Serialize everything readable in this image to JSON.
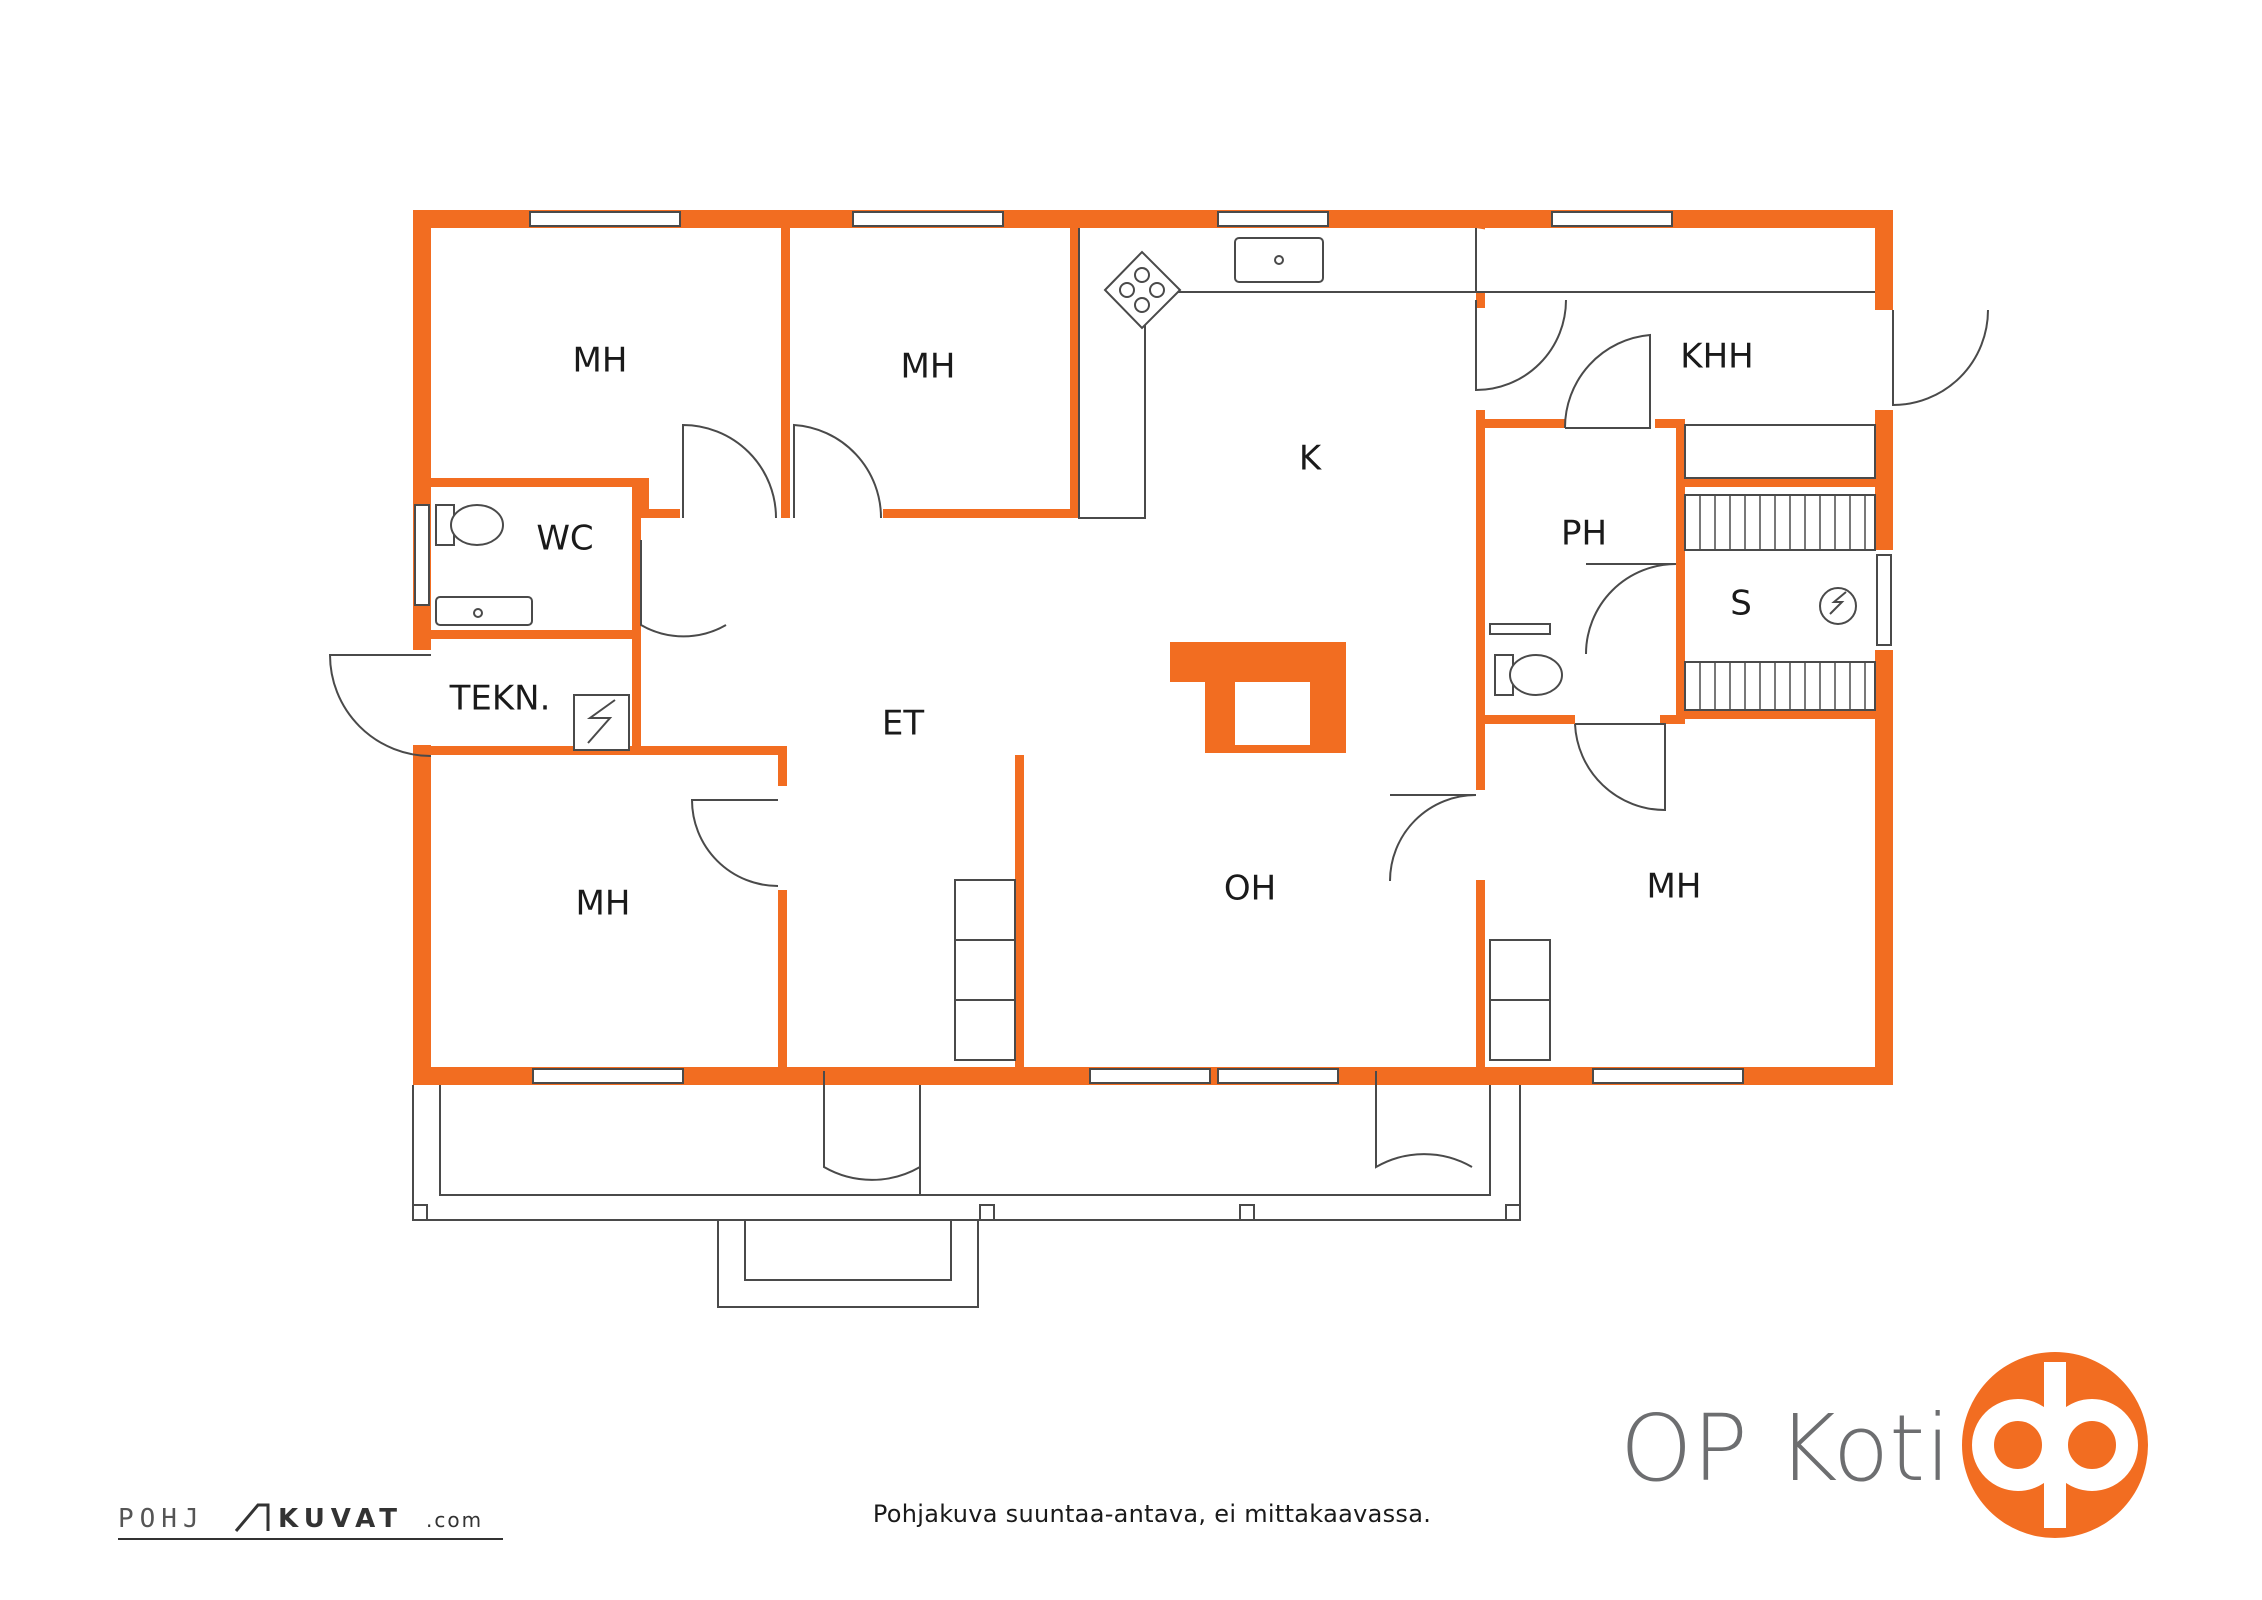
{
  "rooms": [
    {
      "id": "mh1",
      "label": "MH"
    },
    {
      "id": "mh2",
      "label": "MH"
    },
    {
      "id": "wc",
      "label": "WC"
    },
    {
      "id": "tekn",
      "label": "TEKN."
    },
    {
      "id": "et",
      "label": "ET"
    },
    {
      "id": "mh3",
      "label": "MH"
    },
    {
      "id": "k",
      "label": "K"
    },
    {
      "id": "oh",
      "label": "OH"
    },
    {
      "id": "khh",
      "label": "KHH"
    },
    {
      "id": "ph",
      "label": "PH"
    },
    {
      "id": "s",
      "label": "S"
    },
    {
      "id": "mh4",
      "label": "MH"
    }
  ],
  "brand": {
    "name": "OP Koti",
    "logo_color": "#f26d21"
  },
  "footer": {
    "disclaimer": "Pohjakuva suuntaa-antava, ei mittakaavassa.",
    "credit_left": "POHJ",
    "credit_right": "KUVAT",
    "credit_suffix": ".com"
  },
  "colors": {
    "wall": "#f26d21",
    "line": "#4a4a4a"
  }
}
